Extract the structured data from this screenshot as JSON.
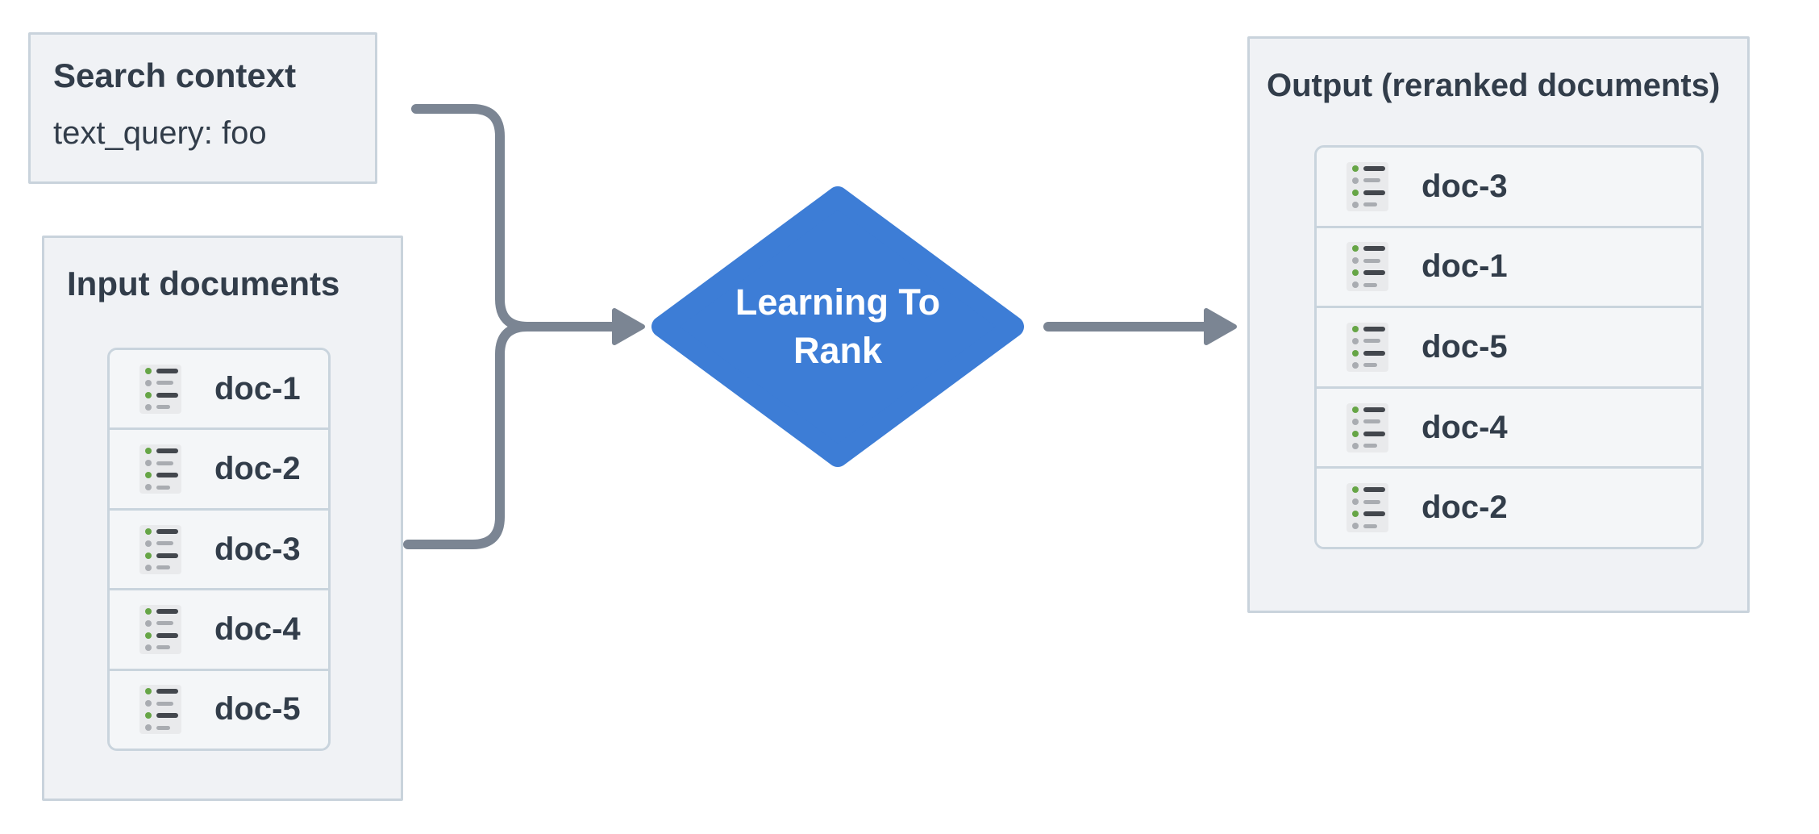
{
  "diagram": {
    "search_context": {
      "title": "Search context",
      "query": "text_query: foo"
    },
    "input_documents": {
      "title": "Input documents",
      "docs": [
        "doc-1",
        "doc-2",
        "doc-3",
        "doc-4",
        "doc-5"
      ]
    },
    "ranker": {
      "line1": "Learning To",
      "line2": "Rank"
    },
    "output": {
      "title": "Output (reranked documents)",
      "docs": [
        "doc-3",
        "doc-1",
        "doc-5",
        "doc-4",
        "doc-2"
      ]
    }
  },
  "colors": {
    "box-fill": "#f0f2f5",
    "box-border": "#c9d3dc",
    "row-fill": "#f4f6f8",
    "row-border": "#c9d4dd",
    "icon-bg": "#e9eaec",
    "icon-green": "#66a546",
    "icon-gray": "#a9acb1",
    "icon-dark": "#43474d",
    "text": "#323d4a",
    "connector": "#7b8593",
    "diamond": "#3d7dd6",
    "diamond-text": "#ffffff"
  }
}
